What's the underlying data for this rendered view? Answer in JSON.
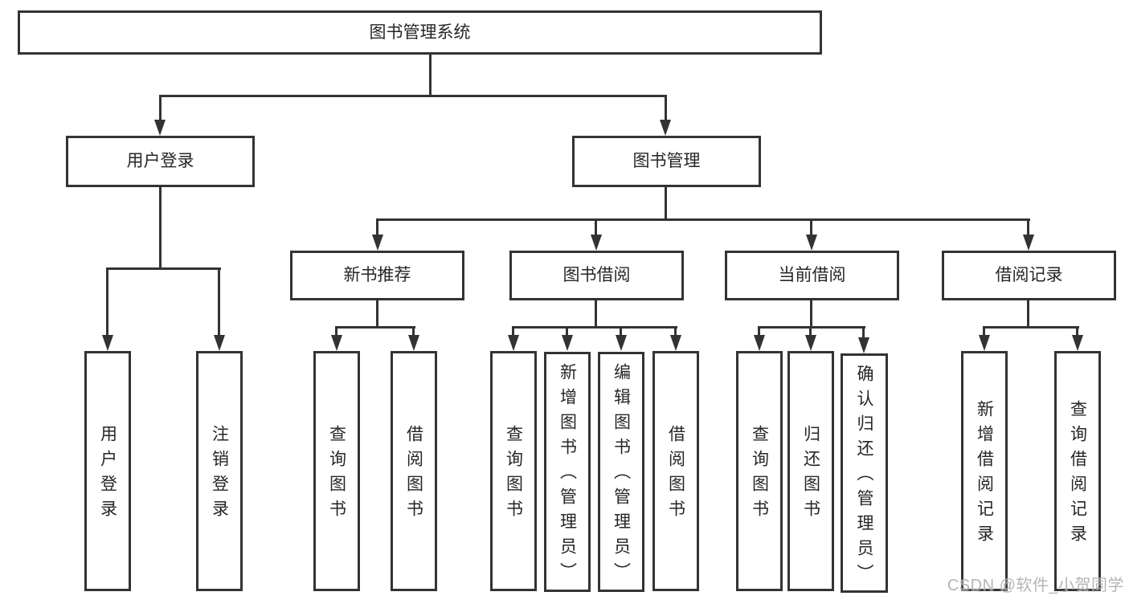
{
  "diagram": {
    "title": "图书管理系统",
    "type": "hierarchy-tree"
  },
  "colors": {
    "line": "#333333",
    "border": "#333333",
    "text": "#262626",
    "background": "#ffffff",
    "watermark": "#ababab"
  },
  "nodes": {
    "root": "图书管理系统",
    "user_login": "用户登录",
    "book_management": "图书管理",
    "new_book_recommend": "新书推荐",
    "book_borrow": "图书借阅",
    "current_borrow": "当前借阅",
    "borrow_records": "借阅记录",
    "leaf_user_login": "用户登录",
    "leaf_logout": "注销登录",
    "leaf_query_books_recommend": "查询图书",
    "leaf_borrow_books_recommend": "借阅图书",
    "leaf_query_books_borrow": "查询图书",
    "leaf_add_book_admin": "新增图书（管理员）",
    "leaf_edit_book_admin": "编辑图书（管理员）",
    "leaf_borrow_books_borrow": "借阅图书",
    "leaf_query_books_current": "查询图书",
    "leaf_return_books": "归还图书",
    "leaf_confirm_return_admin": "确认归还（管理员）",
    "leaf_add_borrow_record": "新增借阅记录",
    "leaf_query_borrow_record": "查询借阅记录"
  },
  "watermark": {
    "text": "CSDN @软件_小贺同学"
  }
}
